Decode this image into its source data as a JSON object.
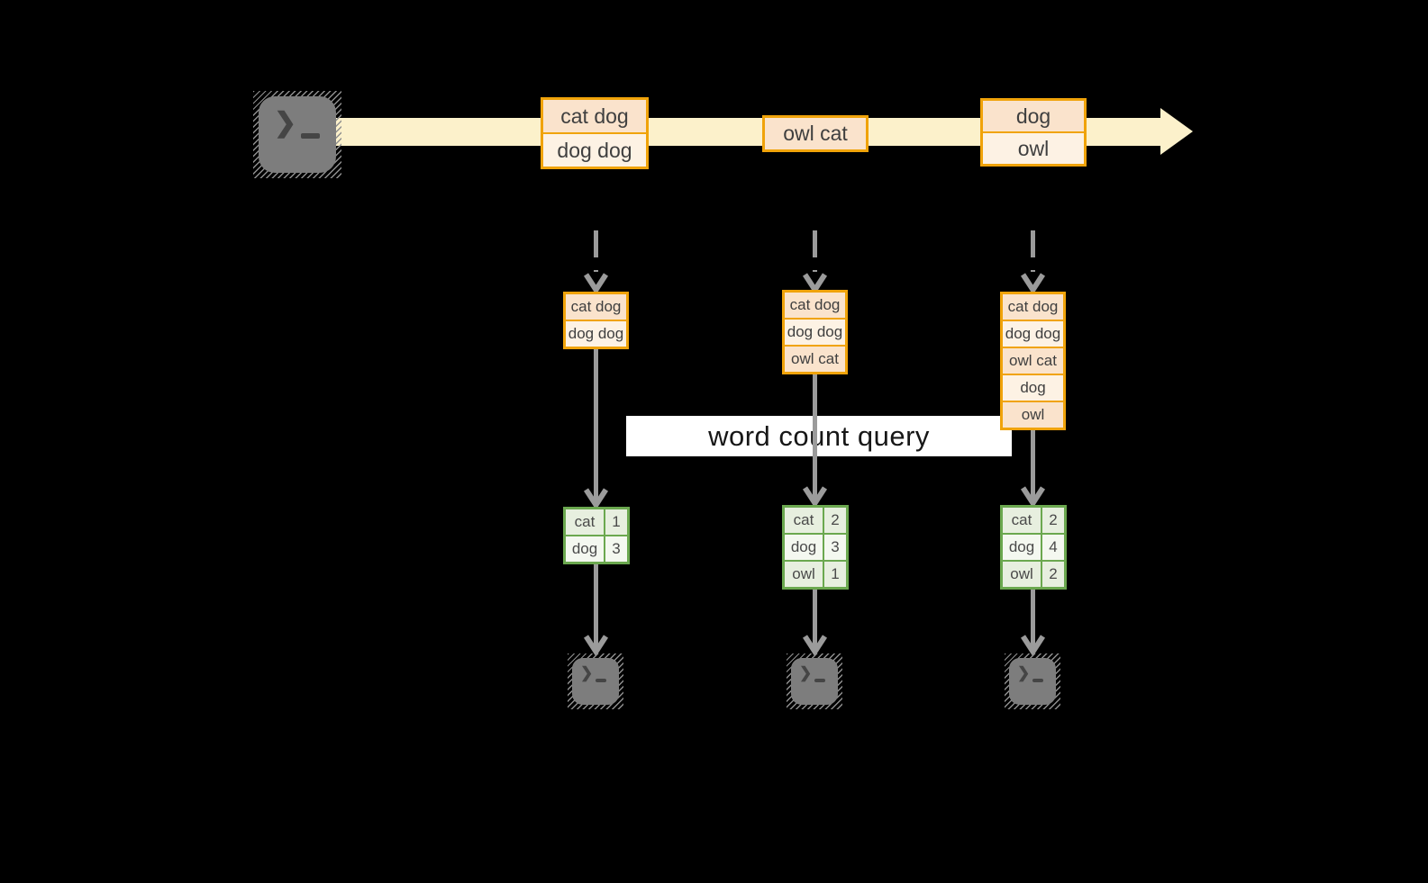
{
  "query_label": "word count query",
  "stream": {
    "source": "terminal-icon",
    "batches": [
      {
        "rows": [
          "cat dog",
          "dog dog"
        ]
      },
      {
        "rows": [
          "owl cat"
        ]
      },
      {
        "rows": [
          "dog",
          "owl"
        ]
      }
    ]
  },
  "columns": [
    {
      "snapshot": [
        "cat dog",
        "dog dog"
      ],
      "counts": [
        {
          "word": "cat",
          "count": "1"
        },
        {
          "word": "dog",
          "count": "3"
        }
      ]
    },
    {
      "snapshot": [
        "cat dog",
        "dog dog",
        "owl cat"
      ],
      "counts": [
        {
          "word": "cat",
          "count": "2"
        },
        {
          "word": "dog",
          "count": "3"
        },
        {
          "word": "owl",
          "count": "1"
        }
      ]
    },
    {
      "snapshot": [
        "cat dog",
        "dog dog",
        "owl cat",
        "dog",
        "owl"
      ],
      "counts": [
        {
          "word": "cat",
          "count": "2"
        },
        {
          "word": "dog",
          "count": "4"
        },
        {
          "word": "owl",
          "count": "2"
        }
      ]
    }
  ],
  "icons": {
    "prompt_chevron": "❯",
    "source": "terminal-icon",
    "stream_arrow": "right-arrow-icon",
    "flow_arrow": "down-arrow-icon"
  },
  "colors": {
    "background": "#000000",
    "stream_band": "#FCF1CB",
    "box_border": "#F0A30A",
    "cell_peach": "#FAE3CC",
    "cell_cream": "#FDF2E4",
    "table_border": "#6BA84F",
    "cell_green": "#E7EFDF",
    "cell_green_light": "#F4F8F0",
    "arrow_gray": "#9B9B9B",
    "terminal_gray": "#7D7D7D",
    "query_band_bg": "#FFFFFF"
  }
}
